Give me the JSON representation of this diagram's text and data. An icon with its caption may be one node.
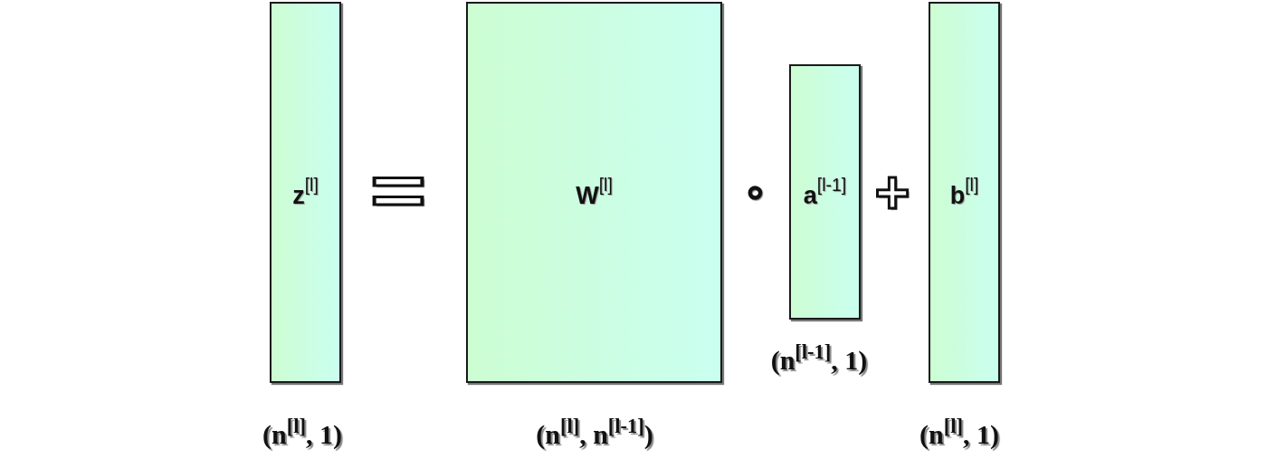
{
  "diagram": {
    "nodes": [
      {
        "text": [
          "z$^{[l]}$"
        ],
        "beside": [
          "(n$^{[l]}$, 1)"
        ]
      },
      {
        "text": [
          "W$^{[l]}$"
        ],
        "beside": [
          "(n$^{[l]}$, n$^{[l-1]}$)"
        ]
      },
      {
        "text": [
          "a$^{[l-1]}$"
        ],
        "beside": [
          "(n$^{[l-1]}$, 1)"
        ]
      },
      {
        "text": [
          "b$^{[l]}$"
        ],
        "beside": [
          "(n$^{[l]}$, 1)"
        ]
      }
    ],
    "labels": [
      "=",
      "∘",
      "+"
    ]
  }
}
